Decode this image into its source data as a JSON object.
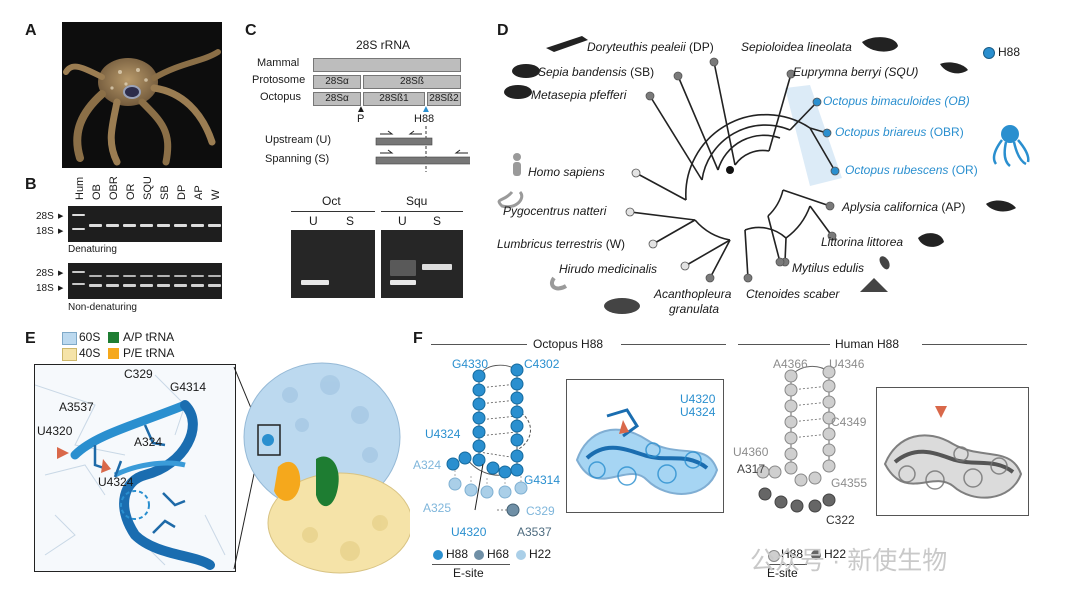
{
  "panels": {
    "A": "A",
    "B": "B",
    "C": "C",
    "D": "D",
    "E": "E",
    "F": "F"
  },
  "panel_b": {
    "lane_labels": [
      "Hum",
      "OB",
      "OBR",
      "OR",
      "SQU",
      "SB",
      "DP",
      "AP",
      "W"
    ],
    "band_28s": "28S",
    "band_18s": "18S",
    "gel1_caption": "Denaturing",
    "gel2_caption": "Non-denaturing"
  },
  "panel_c": {
    "title": "28S rRNA",
    "rows": [
      "Mammal",
      "Protosome",
      "Octopus"
    ],
    "protosome_segments": [
      "28Sα",
      "28Sß"
    ],
    "octopus_segments": [
      "28Sα",
      "28Sß1",
      "28Sß2"
    ],
    "marker_p": "P",
    "marker_h88": "H88",
    "upstream_label": "Upstream (U)",
    "spanning_label": "Spanning (S)",
    "gel_groups": [
      "Oct",
      "Squ"
    ],
    "lane_u": "U",
    "lane_s": "S"
  },
  "panel_d": {
    "legend_label": "H88",
    "species": {
      "dp": "Doryteuthis pealeii",
      "dp_abbr": " (DP)",
      "sl": "Sepioloidea lineolata",
      "sb": "Sepia bandensis",
      "sb_abbr": " (SB)",
      "squ": "Euprymna berryi (SQU)",
      "mp": "Metasepia pfefferi",
      "ob": "Octopus bimaculoides (OB)",
      "obr": "Octopus briareus",
      "obr_abbr": " (OBR)",
      "or": "Octopus rubescens",
      "or_abbr": " (OR)",
      "hs": "Homo sapiens",
      "pn": "Pygocentrus natteri",
      "lt": "Lumbricus terrestris",
      "lt_abbr": " (W)",
      "hm": "Hirudo medicinalis",
      "ac": "Aplysia californica",
      "ac_abbr": " (AP)",
      "ll": "Littorina littorea",
      "me": "Mytilus edulis",
      "ag1": "Acanthopleura",
      "ag2": "granulata",
      "cs": "Ctenoides scaber"
    }
  },
  "panel_e": {
    "legend": {
      "s60": "60S",
      "s40": "40S",
      "ap": "A/P tRNA",
      "pe": "P/E tRNA"
    },
    "colors": {
      "s60": "#bcd9ef",
      "s40": "#f5e3a8",
      "ap": "#1e7d32",
      "pe": "#f5a81c"
    },
    "residues": [
      "C329",
      "G4314",
      "A3537",
      "U4320",
      "A324",
      "U4324"
    ]
  },
  "panel_f": {
    "octopus_title": "Octopus H88",
    "human_title": "Human H88",
    "octopus_labels": {
      "g4330": "G4330",
      "c4302": "C4302",
      "u4324": "U4324",
      "a324": "A324",
      "g4314": "G4314",
      "a325": "A325",
      "c329": "C329",
      "u4320": "U4320",
      "a3537": "A3537",
      "inset1": "U4320",
      "inset2": "U4324"
    },
    "human_labels": {
      "a4366": "A4366",
      "u4346": "U4346",
      "c4349": "C4349",
      "u4360": "U4360",
      "a317": "A317",
      "g4355": "G4355",
      "c322": "C322"
    },
    "legend_oct": [
      "H88",
      "H68",
      "H22"
    ],
    "legend_hum": [
      "H88",
      "H22"
    ],
    "esite": "E-site",
    "watermark": "公众号 · 新使生物"
  }
}
